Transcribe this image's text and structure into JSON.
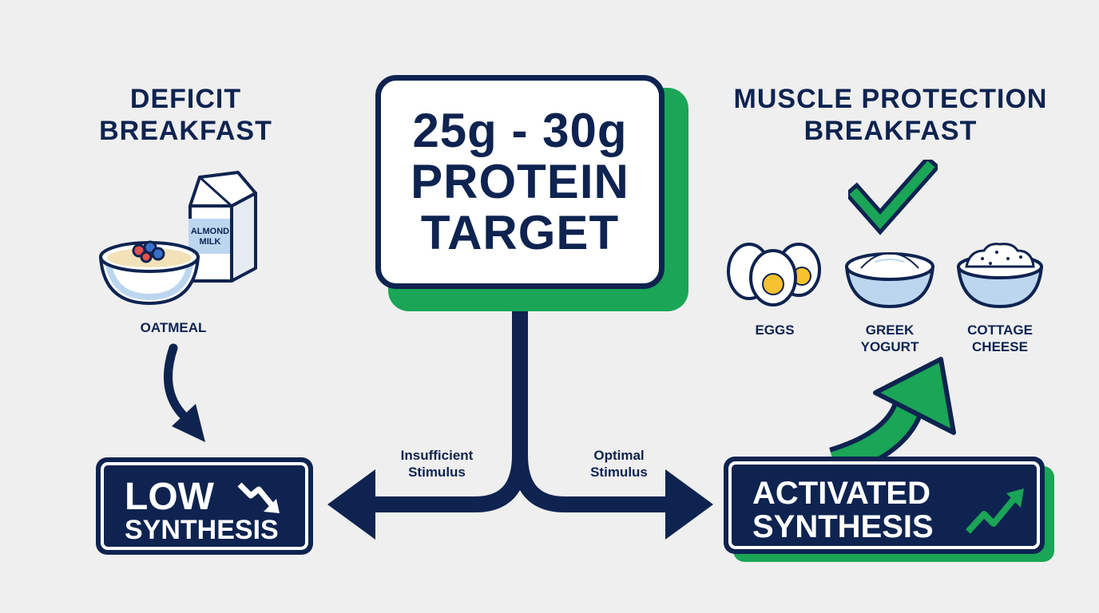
{
  "left": {
    "heading_line1": "DEFICIT",
    "heading_line2": "BREAKFAST",
    "food": "OATMEAL",
    "carton_line1": "ALMOND",
    "carton_line2": "MILK",
    "result_line1": "LOW",
    "result_line2": "SYNTHESIS",
    "stimulus_line1": "Insufficient",
    "stimulus_line2": "Stimulus"
  },
  "center": {
    "line1": "25g - 30g",
    "line2": "PROTEIN",
    "line3": "TARGET"
  },
  "right": {
    "heading_line1": "MUSCLE PROTECTION",
    "heading_line2": "BREAKFAST",
    "foods": [
      {
        "line1": "EGGS",
        "line2": ""
      },
      {
        "line1": "GREEK",
        "line2": "YOGURT"
      },
      {
        "line1": "COTTAGE",
        "line2": "CHEESE"
      }
    ],
    "result_line1": "ACTIVATED",
    "result_line2": "SYNTHESIS",
    "stimulus_line1": "Optimal",
    "stimulus_line2": "Stimulus"
  },
  "colors": {
    "navy": "#0e2350",
    "green": "#1aa557",
    "light_blue": "#bcd6f0",
    "background": "#efefef"
  }
}
